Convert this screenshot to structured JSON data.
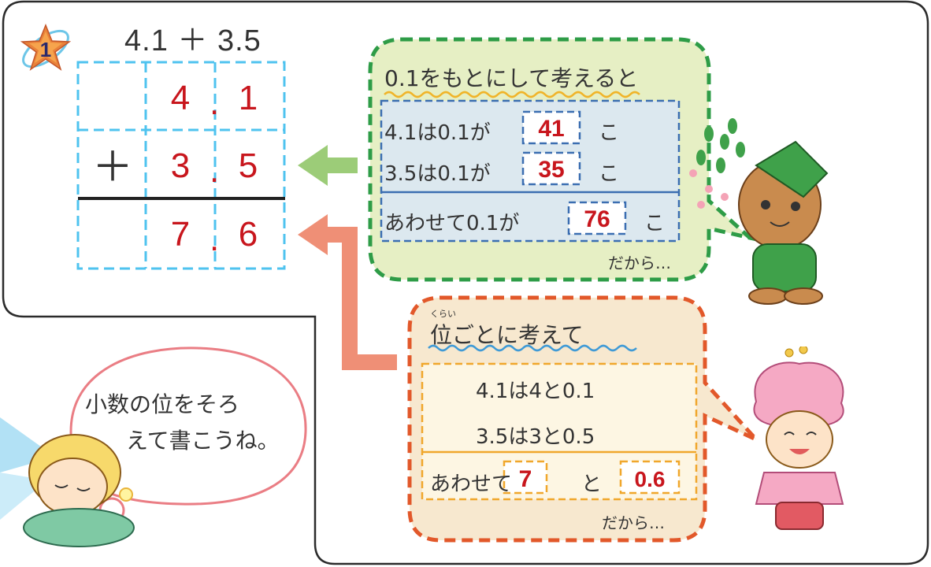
{
  "badge": {
    "number": "1"
  },
  "expression": "4.1 ＋ 3.5",
  "grid": {
    "row1": {
      "ones": "4",
      "dot": ".",
      "tenths": "1"
    },
    "row2": {
      "op": "＋",
      "ones": "3",
      "dot": ".",
      "tenths": "5"
    },
    "row3": {
      "ones": "7",
      "dot": ".",
      "tenths": "6"
    }
  },
  "green_bubble": {
    "heading": "0.1をもとにして考えると",
    "line1": {
      "text": "4.1は0.1が",
      "answer": "41",
      "suffix": "こ"
    },
    "line2": {
      "text": "3.5は0.1が",
      "answer": "35",
      "suffix": "こ"
    },
    "line3": {
      "text": "あわせて0.1が",
      "answer": "76",
      "suffix": "こ"
    },
    "footer": "だから…"
  },
  "orange_bubble": {
    "ruby": "くらい",
    "heading": "位ごとに考えて",
    "line1": "4.1は4と0.1",
    "line2": "3.5は3と0.5",
    "line3": {
      "text": "あわせて",
      "answer1": "7",
      "middle": "と",
      "answer2": "0.6"
    },
    "footer": "だから…"
  },
  "speech": {
    "line1": "小数の位をそろ",
    "line2": "えて書こうね。"
  },
  "colors": {
    "accent_red": "#c8161d",
    "grid_blue": "#4fc3ef",
    "green_border": "#2e9c47",
    "green_fill": "#e6efc4",
    "orange_border": "#e2582a",
    "orange_fill": "#f7e8cf",
    "arrow_green": "#9ccc78",
    "arrow_orange": "#ef8f76",
    "speech_border": "#ea7d84"
  }
}
